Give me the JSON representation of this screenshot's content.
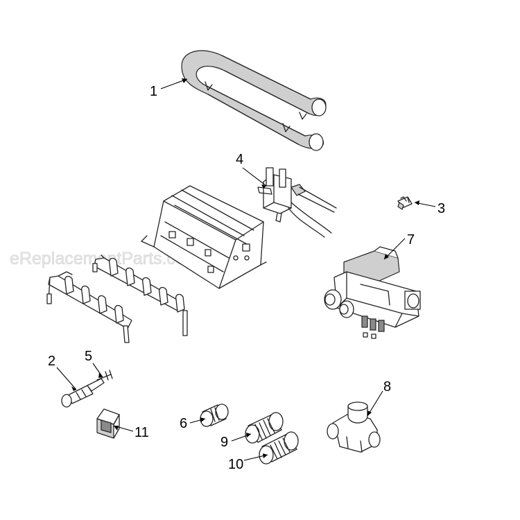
{
  "watermark": "eReplacementParts.com",
  "callouts": [
    "1",
    "2",
    "3",
    "4",
    "5",
    "6",
    "7",
    "8",
    "9",
    "10",
    "11"
  ]
}
